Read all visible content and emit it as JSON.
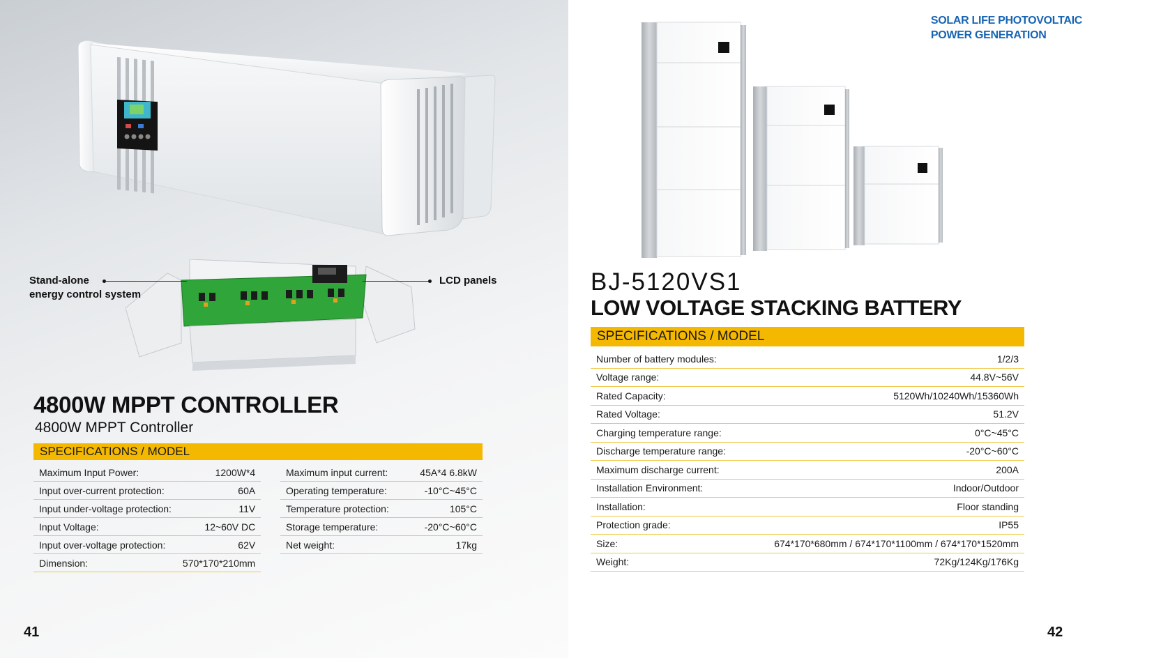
{
  "left_page": {
    "callouts": {
      "left_line1": "Stand-alone",
      "left_line2": "energy control system",
      "right": "LCD panels"
    },
    "title": "4800W MPPT CONTROLLER",
    "subtitle": "4800W MPPT Controller",
    "spec_header": "SPECIFICATIONS / MODEL",
    "specs_col1": [
      {
        "label": "Maximum Input Power:",
        "value": "1200W*4"
      },
      {
        "label": "Input over-current protection:",
        "value": "60A"
      },
      {
        "label": "Input under-voltage protection:",
        "value": "11V"
      },
      {
        "label": "Input Voltage:",
        "value": "12~60V DC"
      },
      {
        "label": "Input over-voltage protection:",
        "value": "62V"
      },
      {
        "label": "Dimension:",
        "value": "570*170*210mm"
      }
    ],
    "specs_col2": [
      {
        "label": "Maximum input current:",
        "value": "45A*4 6.8kW"
      },
      {
        "label": "Operating temperature:",
        "value": "-10°C~45°C"
      },
      {
        "label": "Temperature protection:",
        "value": "105°C"
      },
      {
        "label": "Storage temperature:",
        "value": "-20°C~60°C"
      },
      {
        "label": "Net weight:",
        "value": "17kg"
      }
    ],
    "page_number": "41"
  },
  "right_page": {
    "brand_line1": "SOLAR LIFE PHOTOVOLTAIC",
    "brand_line2": "POWER GENERATION",
    "model": "BJ-5120VS1",
    "title": "LOW VOLTAGE STACKING BATTERY",
    "spec_header": "SPECIFICATIONS / MODEL",
    "specs": [
      {
        "label": "Number of battery modules:",
        "value": "1/2/3"
      },
      {
        "label": "Voltage range:",
        "value": "44.8V~56V"
      },
      {
        "label": "Rated Capacity:",
        "value": "5120Wh/10240Wh/15360Wh"
      },
      {
        "label": "Rated Voltage:",
        "value": "51.2V"
      },
      {
        "label": "Charging temperature range:",
        "value": "0°C~45°C"
      },
      {
        "label": "Discharge temperature range:",
        "value": "-20°C~60°C"
      },
      {
        "label": "Maximum discharge current:",
        "value": "200A"
      },
      {
        "label": "Installation Environment:",
        "value": "Indoor/Outdoor"
      },
      {
        "label": "Installation:",
        "value": "Floor standing"
      },
      {
        "label": "Protection grade:",
        "value": "IP55"
      },
      {
        "label": "Size:",
        "value": "674*170*680mm / 674*170*1100mm / 674*170*1520mm"
      },
      {
        "label": "Weight:",
        "value": "72Kg/124Kg/176Kg"
      }
    ],
    "page_number": "42"
  },
  "colors": {
    "accent_yellow": "#f5b800",
    "brand_blue": "#1764b4",
    "pcb_green": "#2fa53a"
  }
}
